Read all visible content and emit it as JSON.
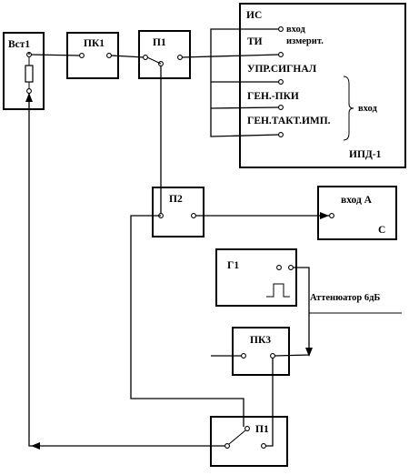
{
  "blocks": {
    "vst1": "Вст1",
    "pk1": "ПК1",
    "p1_top": "П1",
    "p2": "П2",
    "g1": "Г1",
    "pk3": "ПК3",
    "p1_bottom": "П1",
    "counter_input": "вход А",
    "counter_letter": "С",
    "ipd": {
      "header": "ИС",
      "input1": "вход",
      "input1b": "измерит.",
      "ti": "ТИ",
      "upr": "УПР.СИГНАЛ",
      "gen_pki": "ГЕН.-ПКИ",
      "gen_takt": "ГЕН.ТАКТ.ИМП.",
      "vhod": "вход",
      "name": "ИПД-1"
    }
  },
  "attenuator": "Аттенюатор 6дБ"
}
